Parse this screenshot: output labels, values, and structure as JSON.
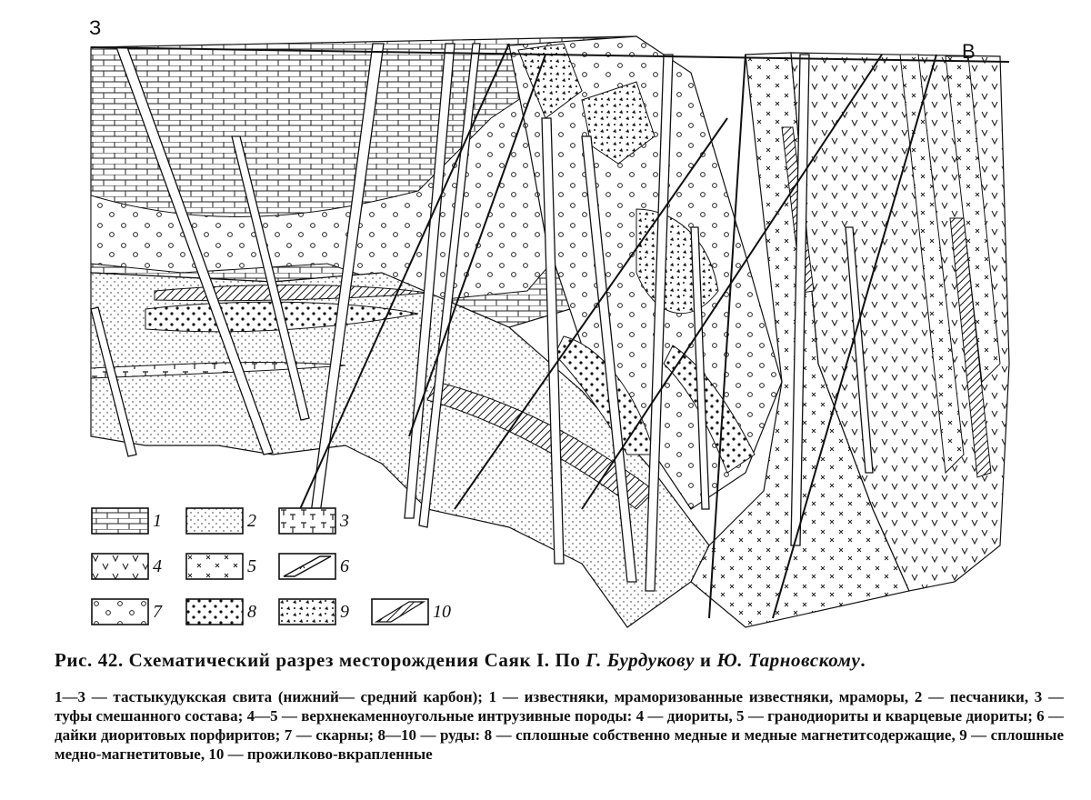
{
  "directions": {
    "west": "З",
    "east": "В"
  },
  "legend": [
    {
      "num": "1",
      "pattern": "limestone"
    },
    {
      "num": "2",
      "pattern": "sandstone"
    },
    {
      "num": "3",
      "pattern": "tuff"
    },
    {
      "num": "4",
      "pattern": "diorite"
    },
    {
      "num": "5",
      "pattern": "granodiorite"
    },
    {
      "num": "6",
      "pattern": "dike"
    },
    {
      "num": "7",
      "pattern": "skarn"
    },
    {
      "num": "8",
      "pattern": "ore-copper"
    },
    {
      "num": "9",
      "pattern": "ore-copper-magnetite"
    },
    {
      "num": "10",
      "pattern": "ore-veinlet"
    }
  ],
  "caption": {
    "prefix": "Рис. 42. Схематический разрез месторождения Саяк I. По ",
    "author1": "Г. Бурдукову",
    "conj": " и ",
    "author2": "Ю. Тарновскому",
    "suffix": "."
  },
  "legend_text": "1—3 — тастыкудукская свита (нижний—  средний карбон); 1 — известняки, мраморизованные известняки, мраморы, 2 — песчаники, 3 — туфы смешанного состава; 4—5 — верхнекаменноугольные интрузивные породы: 4 — диориты, 5 — гранодиориты и кварцевые диориты; 6 — дайки диоритовых порфиритов; 7 — скарны; 8—10 — руды: 8 — сплошные собственно медные и медные магнетитсодержащие, 9 — сплошные медно-магнетитовые, 10 — прожилково-вкрапленные"
}
